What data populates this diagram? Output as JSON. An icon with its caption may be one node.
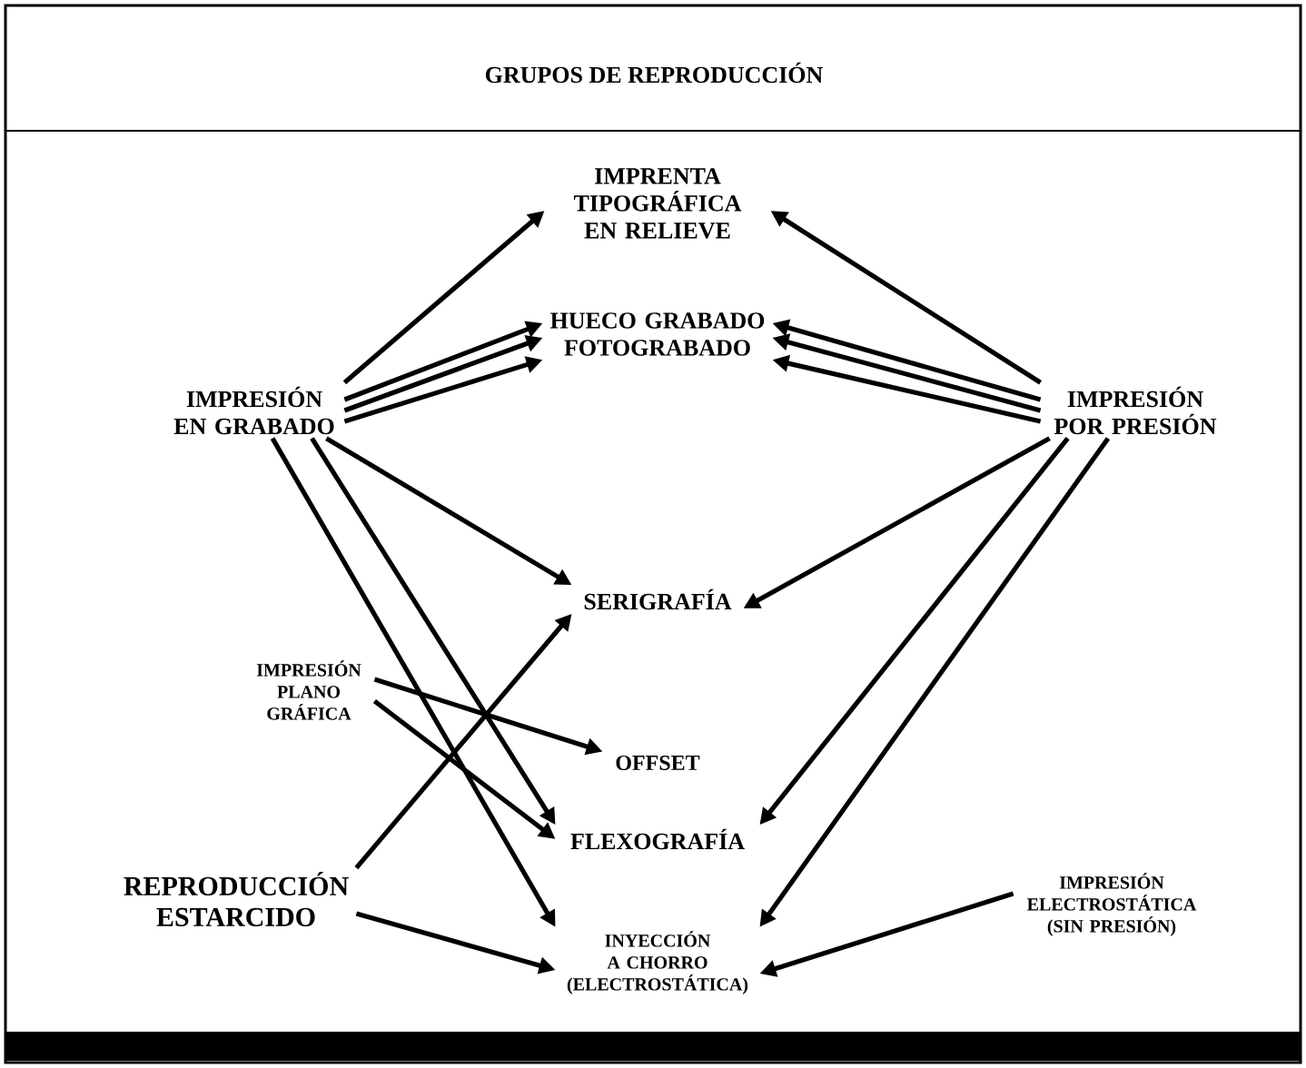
{
  "diagram": {
    "title": "GRUPOS DE REPRODUCCIÓN",
    "nodes": [
      {
        "text": [
          "IMPRESIÓN EN GRABADO"
        ]
      },
      {
        "text": [
          "IMPRENTA TIPOGRÁFICA EN RELIEVE"
        ]
      },
      {
        "text": [
          "HUECO GRABADO FOTOGRABADO"
        ]
      },
      {
        "text": [
          "IMPRESIÓN POR PRESIÓN"
        ]
      },
      {
        "text": [
          "SERIGRAFÍA"
        ]
      },
      {
        "text": [
          "IMPRESIÓN PLANO GRÁFICA"
        ]
      },
      {
        "text": [
          "OFFSET"
        ]
      },
      {
        "text": [
          "FLEXOGRAFÍA"
        ]
      },
      {
        "text": [
          "REPRODUCCIÓN ESTARCIDO"
        ]
      },
      {
        "text": [
          "IMPRESIÓN ELECTROSTÁTICA (SIN PRESIÓN)"
        ]
      },
      {
        "text": [
          "INYECCIÓN A CHORRO (ELECTROSTÁTICA)"
        ]
      }
    ],
    "edges": [
      {
        "from": 0,
        "to": 1,
        "arrow": "to"
      },
      {
        "from": 0,
        "to": 2,
        "arrow": "to"
      },
      {
        "from": 0,
        "to": 2,
        "arrow": "to"
      },
      {
        "from": 0,
        "to": 2,
        "arrow": "to"
      },
      {
        "from": 0,
        "to": 4,
        "arrow": "to"
      },
      {
        "from": 0,
        "to": 7,
        "arrow": "to"
      },
      {
        "from": 0,
        "to": 10,
        "arrow": "to"
      },
      {
        "from": 3,
        "to": 1,
        "arrow": "to"
      },
      {
        "from": 3,
        "to": 2,
        "arrow": "to"
      },
      {
        "from": 3,
        "to": 2,
        "arrow": "to"
      },
      {
        "from": 3,
        "to": 2,
        "arrow": "to"
      },
      {
        "from": 3,
        "to": 4,
        "arrow": "to"
      },
      {
        "from": 3,
        "to": 7,
        "arrow": "to"
      },
      {
        "from": 3,
        "to": 10,
        "arrow": "to"
      },
      {
        "from": 5,
        "to": 6,
        "arrow": "to"
      },
      {
        "from": 5,
        "to": 7,
        "arrow": "to"
      },
      {
        "from": 8,
        "to": 4,
        "arrow": "to"
      },
      {
        "from": 8,
        "to": 10,
        "arrow": "to"
      },
      {
        "from": 9,
        "to": 10,
        "arrow": "to"
      }
    ]
  }
}
